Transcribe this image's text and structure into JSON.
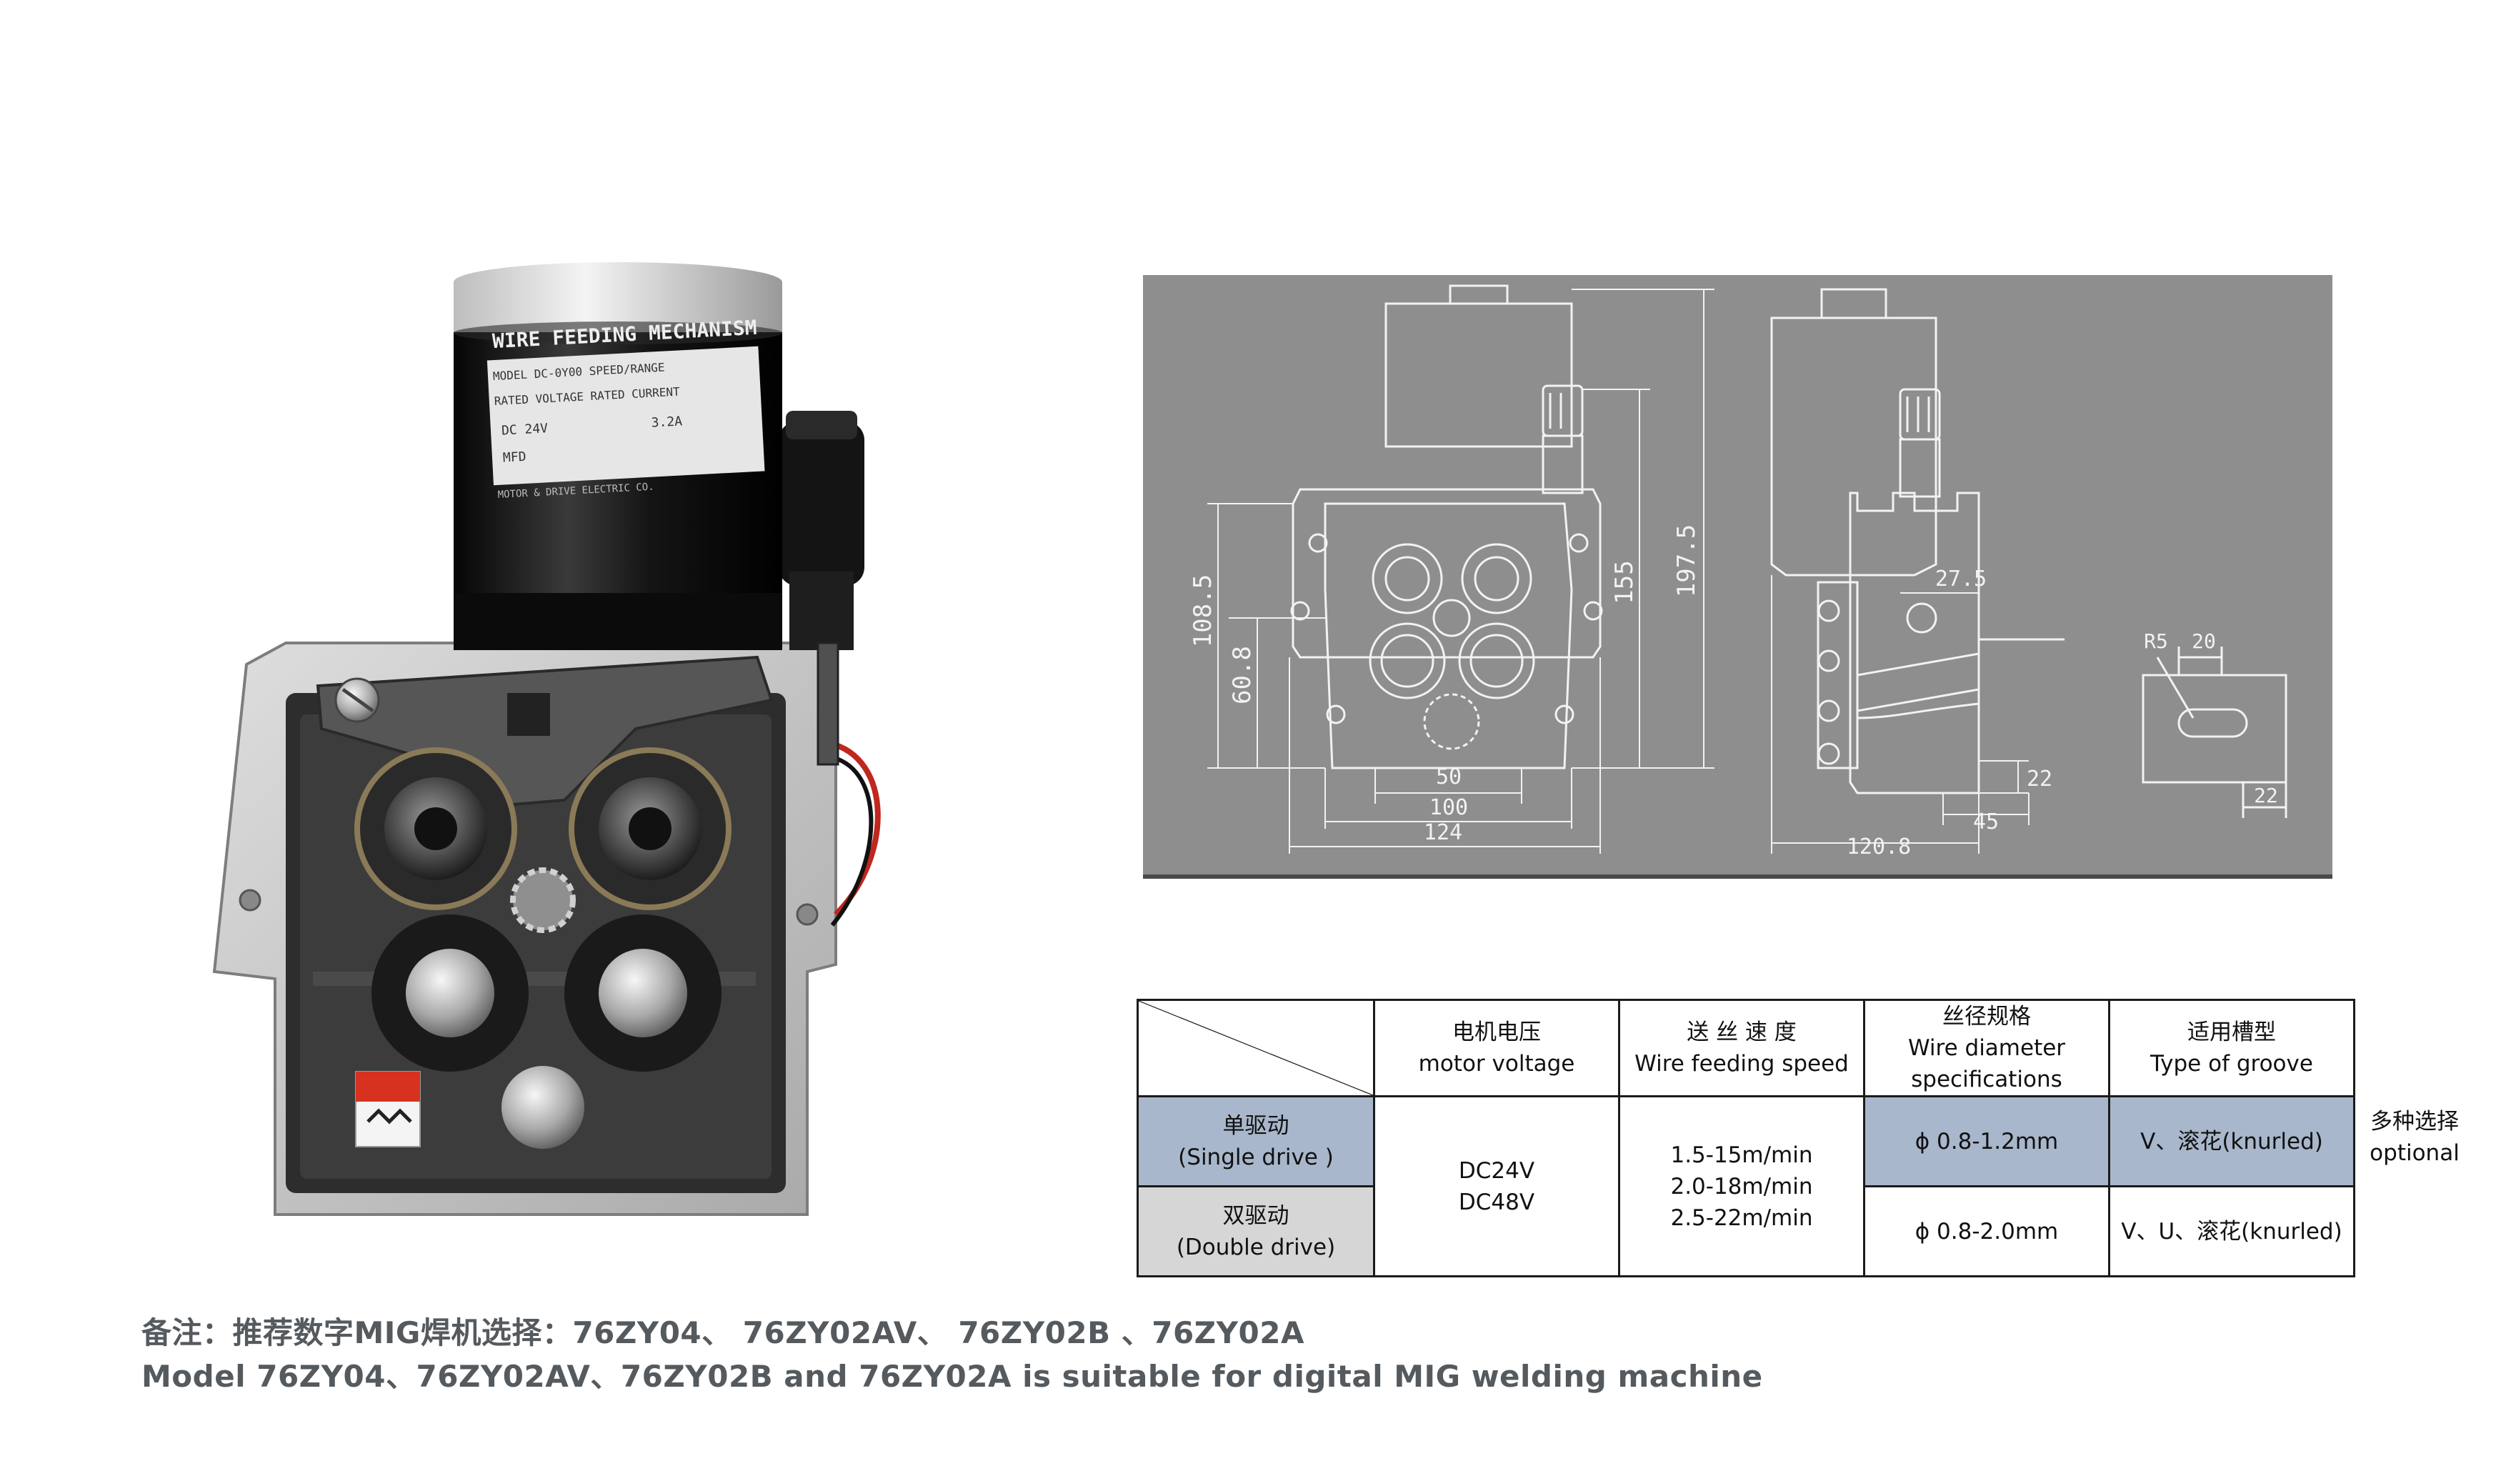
{
  "photo": {
    "motor_label_title": "WIRE FEEDING MECHANISM",
    "motor_label_row1": "MODEL  DC-0Y00   SPEED/RANGE",
    "motor_label_row2": "RATED VOLTAGE  RATED CURRENT",
    "motor_label_row3_left": "DC 24V",
    "motor_label_row3_right": "3.2A",
    "motor_label_row4": "MFD",
    "motor_label_maker": "MOTOR & DRIVE ELECTRIC CO."
  },
  "drawing": {
    "dim_197_5": "197.5",
    "dim_155": "155",
    "dim_108_5": "108.5",
    "dim_60_8": "60.8",
    "dim_50": "50",
    "dim_100": "100",
    "dim_124": "124",
    "dim_27_5": "27.5",
    "dim_22_a": "22",
    "dim_45": "45",
    "dim_120_8": "120.8",
    "dim_r5": "R5",
    "dim_20": "20",
    "dim_22_b": "22"
  },
  "table": {
    "headers": [
      {
        "cn": "电机电压",
        "en": "motor voltage"
      },
      {
        "cn": "送 丝 速 度",
        "en": "Wire feeding speed"
      },
      {
        "cn": "丝径规格",
        "en": "Wire diameter",
        "en2": "specifications"
      },
      {
        "cn": "适用槽型",
        "en": "Type of groove"
      }
    ],
    "rows": [
      {
        "cn": "单驱动",
        "en": "(Single drive )",
        "diameter": "ϕ 0.8-1.2mm",
        "groove": "V、滚花(knurled)"
      },
      {
        "cn": "双驱动",
        "en": "(Double drive)",
        "diameter": "ϕ 0.8-2.0mm",
        "groove": "V、U、滚花(knurled)"
      }
    ],
    "voltage": [
      "DC24V",
      "DC48V"
    ],
    "speed": [
      "1.5-15m/min",
      "2.0-18m/min",
      "2.5-22m/min"
    ]
  },
  "optional": {
    "cn": "多种选择",
    "en": "optional"
  },
  "notes": {
    "cn": "备注：推荐数字MIG焊机选择：76ZY04、 76ZY02AV、 76ZY02B 、76ZY02A",
    "en": "Model 76ZY04、76ZY02AV、76ZY02B and 76ZY02A is suitable for digital MIG welding machine"
  },
  "colors": {
    "drawing_bg": "#8e8e8e",
    "line": "#f2f2f2",
    "row_blue": "#a8b7cb",
    "row_grey": "#d6d6d6",
    "note_text": "#555a5e"
  }
}
